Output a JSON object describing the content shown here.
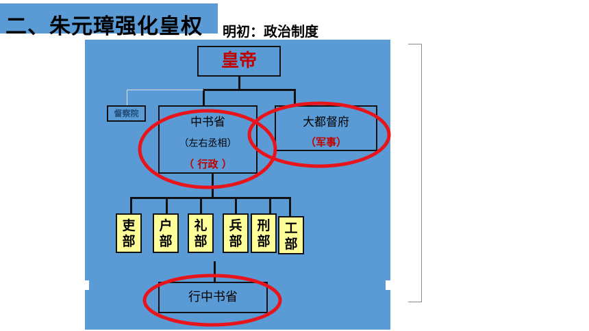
{
  "header": {
    "title": "二、朱元璋强化皇权",
    "subtitle": "明初：政治制度"
  },
  "org_chart": {
    "emperor": "皇帝",
    "censorate": "督察院",
    "secretariat": {
      "name": "中书省",
      "note": "（左右丞相）",
      "role": "（ 行政 ）"
    },
    "military": {
      "name": "大都督府",
      "role": "（军事）"
    },
    "ministries": [
      {
        "line1": "吏",
        "line2": "部"
      },
      {
        "line1": "户",
        "line2": "部"
      },
      {
        "line1": "礼",
        "line2": "部"
      },
      {
        "line1": "兵",
        "line2": "部"
      },
      {
        "line1": "刑",
        "line2": "部"
      },
      {
        "line1": "工",
        "line2": "部"
      }
    ],
    "provincial": "行中书省"
  },
  "colors": {
    "panel": "#5b9bd5",
    "ministry_fill": "#ffff99",
    "highlight_ring": "#e8141c",
    "emphasis_text": "#c00000"
  }
}
